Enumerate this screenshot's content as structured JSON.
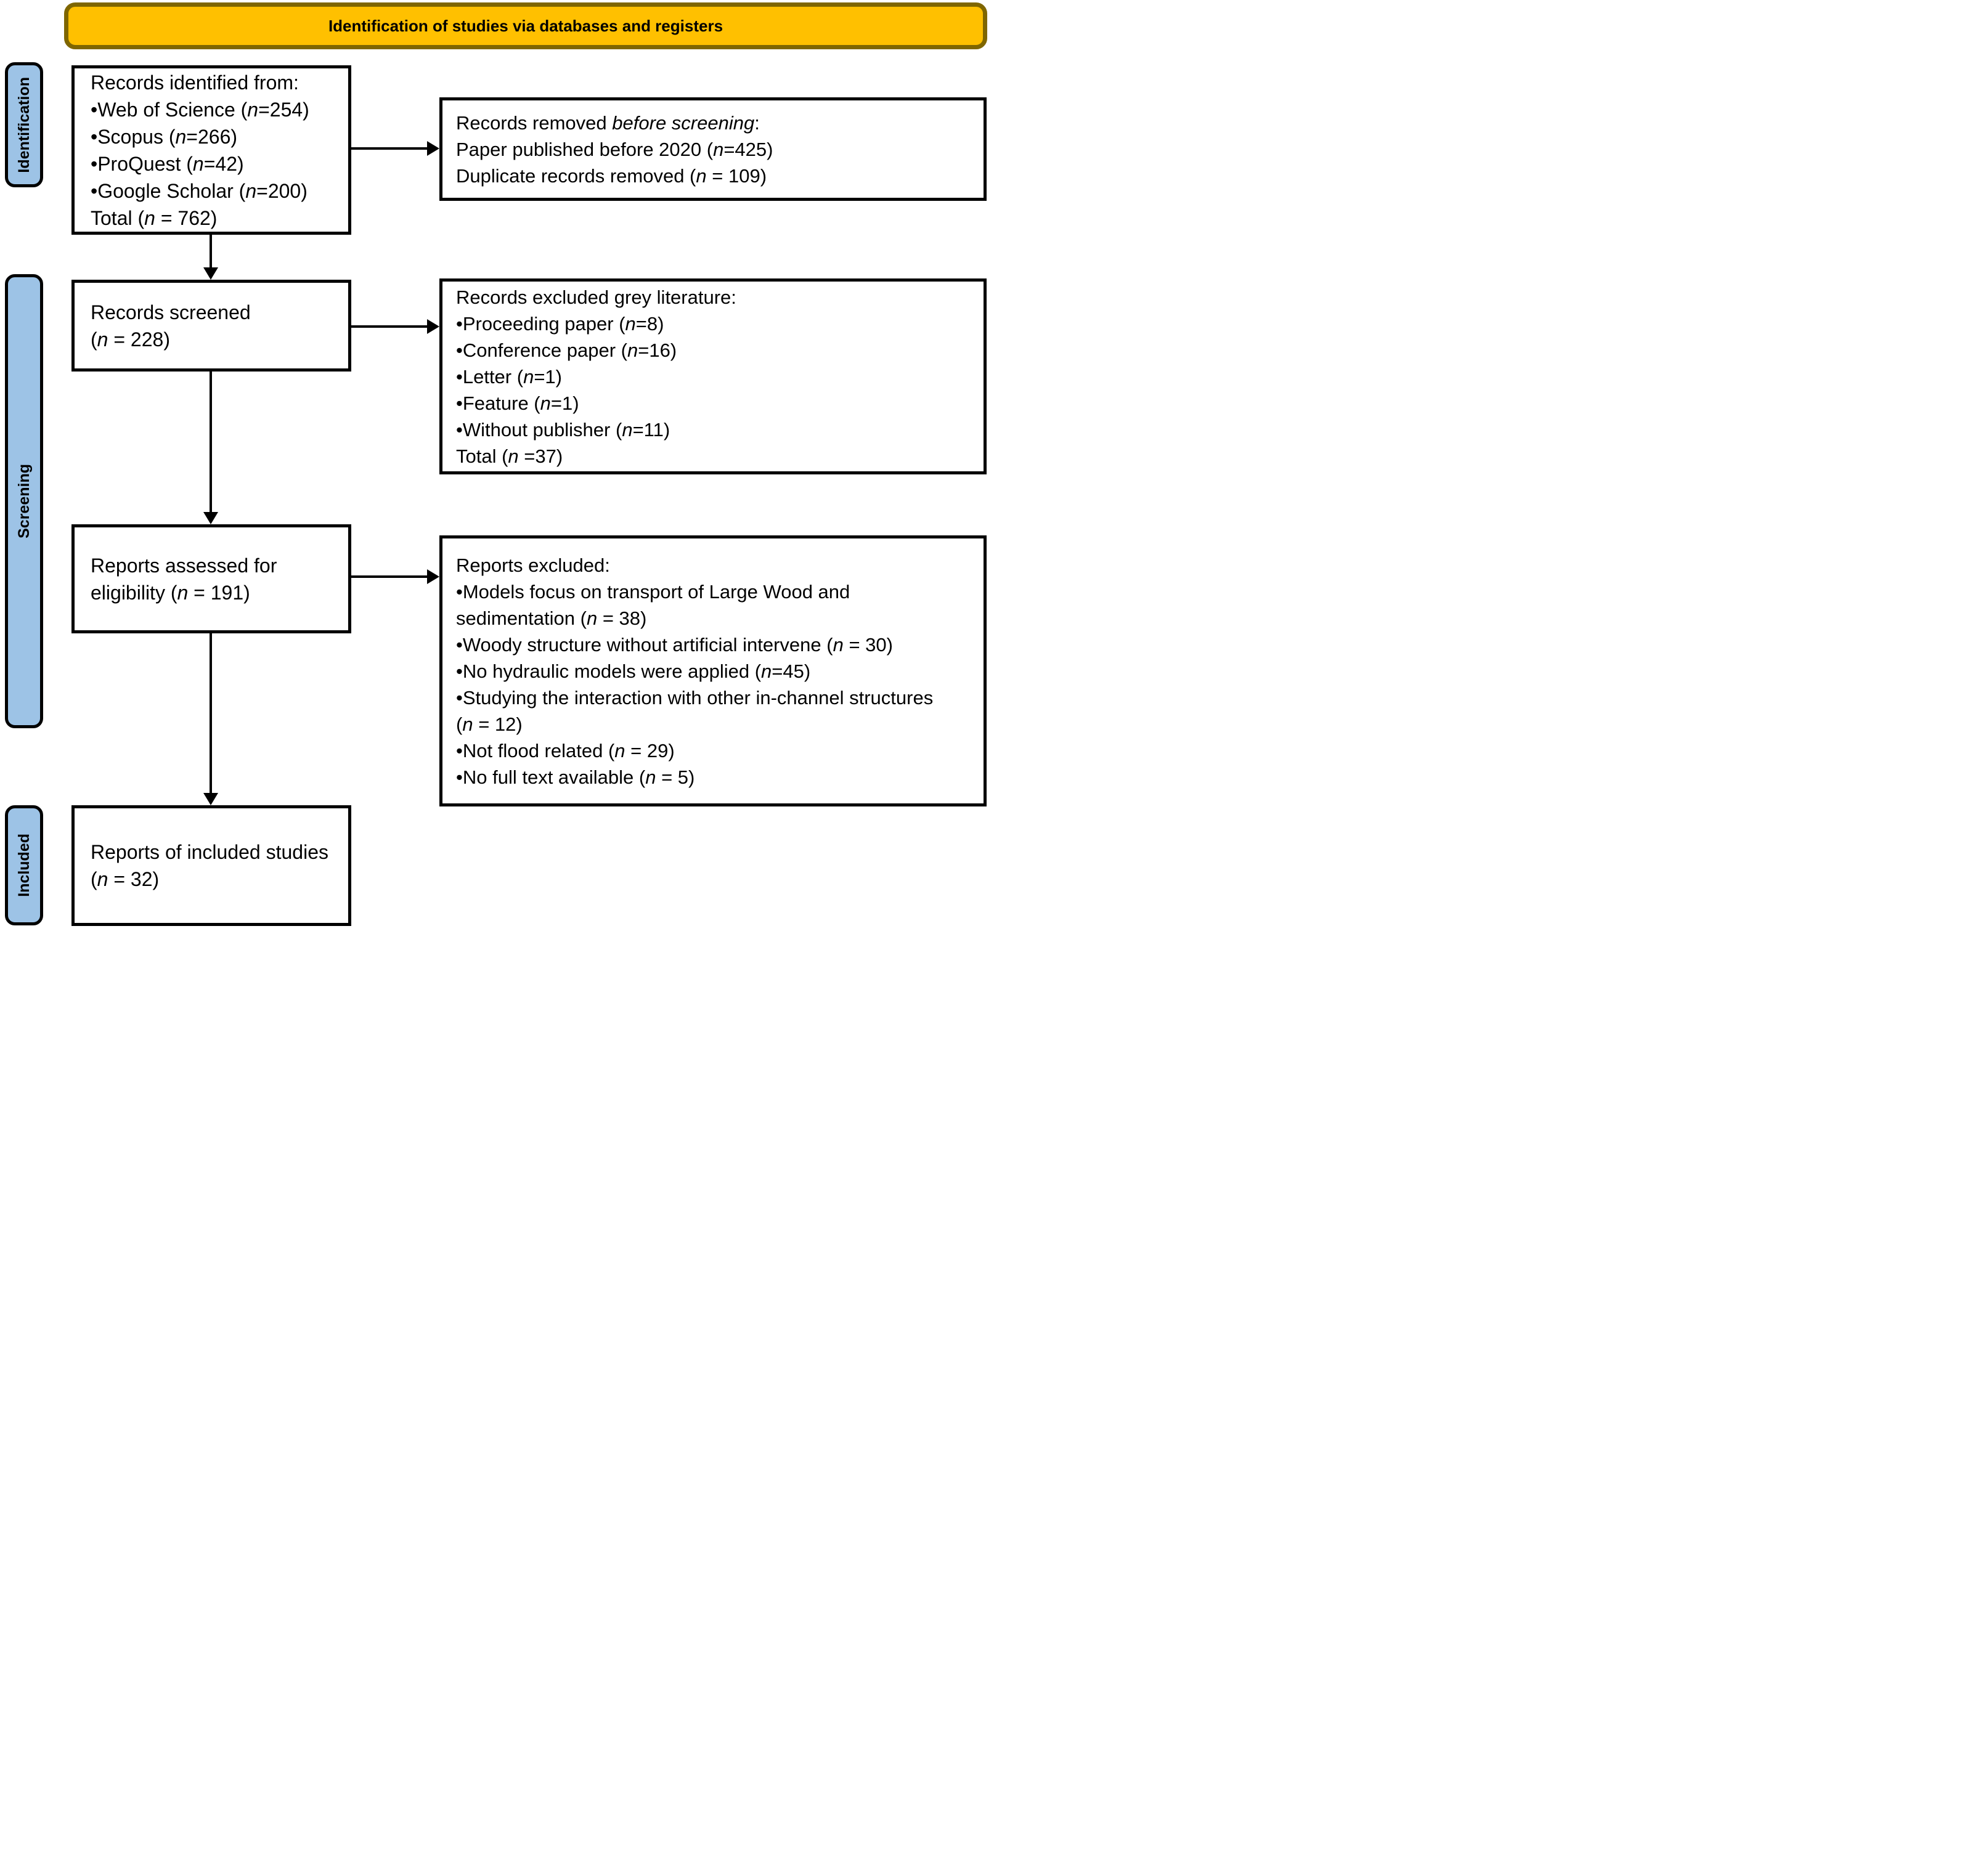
{
  "header": {
    "title": "Identification of studies via databases and registers"
  },
  "stage_labels": [
    {
      "id": "identification",
      "label": "Identification"
    },
    {
      "id": "screening",
      "label": "Screening"
    },
    {
      "id": "included",
      "label": "Included"
    }
  ],
  "flow_boxes": {
    "records_identified": {
      "lines": [
        "Records identified from:",
        "•Web of Science (n=254)",
        "•Scopus (n=266)",
        "•ProQuest (n=42)",
        "•Google Scholar (n=200)",
        "Total (n = 762)"
      ]
    },
    "records_screened": {
      "lines": [
        "Records screened",
        "(n = 228)"
      ]
    },
    "reports_assessed": {
      "lines": [
        "Reports assessed for",
        "eligibility (n = 191)"
      ]
    },
    "reports_included": {
      "lines": [
        "Reports of included studies",
        "(n = 32)"
      ]
    }
  },
  "exclusion_boxes": {
    "records_removed_before_screening": {
      "lines": [
        "Records removed *before screening*:",
        "Paper published before 2020 (n=425)",
        "Duplicate records removed (n = 109)"
      ]
    },
    "records_excluded_grey_literature": {
      "lines": [
        "Records excluded grey literature:",
        "•Proceeding paper (n=8)",
        "•Conference paper (n=16)",
        "•Letter (n=1)",
        "•Feature (n=1)",
        "•Without publisher (n=11)",
        "Total (n =37)"
      ]
    },
    "reports_excluded": {
      "lines": [
        "Reports excluded:",
        "•Models focus on transport of Large Wood and",
        "sedimentation (n = 38)",
        "•Woody structure without artificial intervene (n = 30)",
        "•No hydraulic models were applied (n=45)",
        "•Studying the interaction with other in-channel structures",
        "(n = 12)",
        "•Not flood related (n = 29)",
        "•No full text available (n = 5)"
      ]
    }
  },
  "colors": {
    "header_fill": "#FFC000",
    "header_border": "#7F6600",
    "stage_label_fill": "#9DC3E6",
    "box_border": "#000000",
    "box_fill": "#FFFFFF",
    "arrow_color": "#000000"
  }
}
